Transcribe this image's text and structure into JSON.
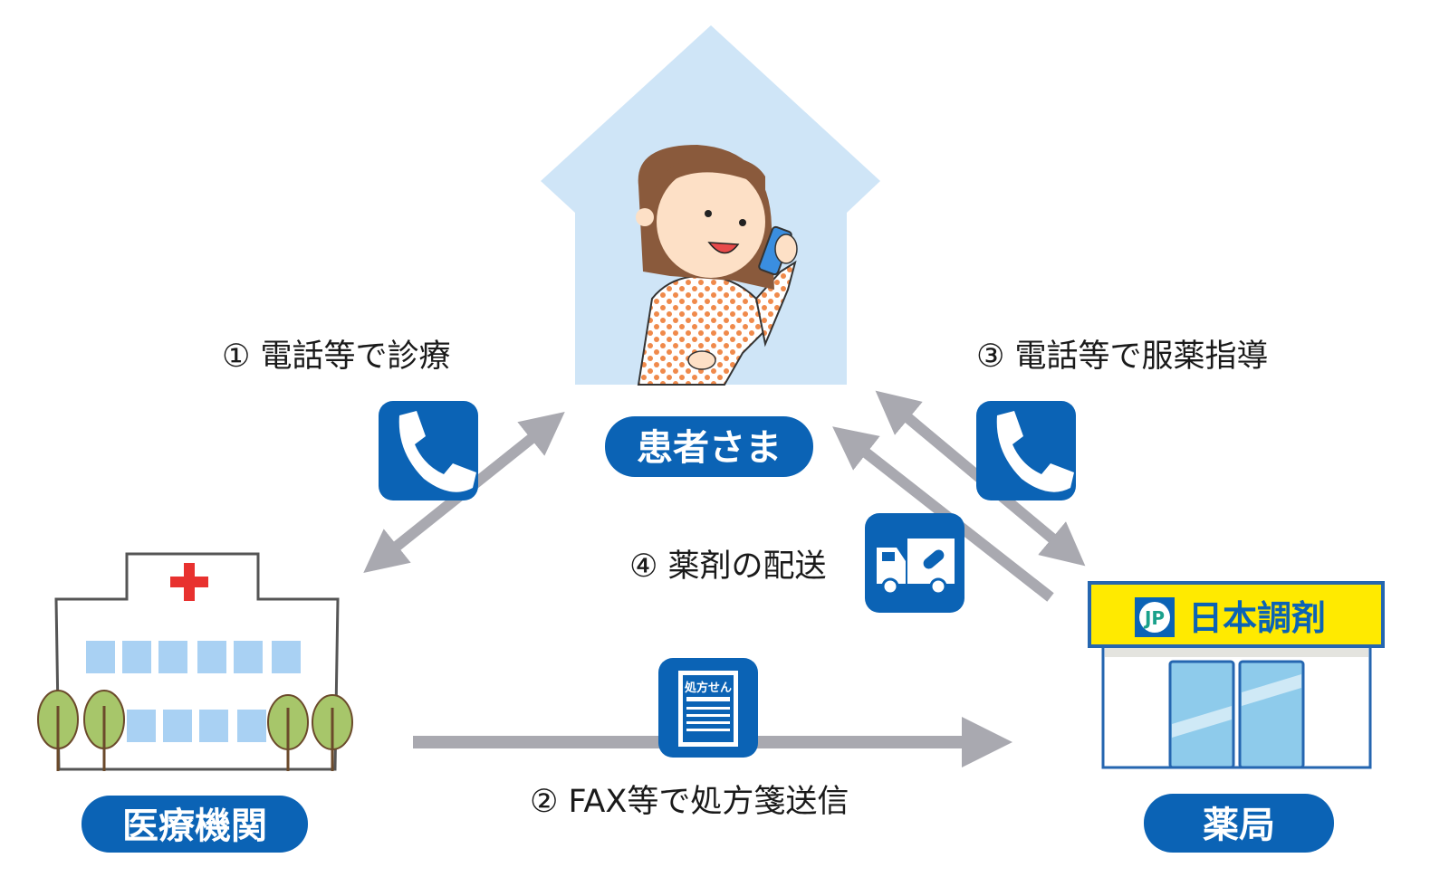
{
  "nodes": {
    "patient": {
      "label": "患者さま"
    },
    "clinic": {
      "label": "医療機関"
    },
    "pharmacy": {
      "label": "薬局",
      "sign": "日本調剤",
      "logo": "JP"
    }
  },
  "steps": [
    {
      "label": "① 電話等で診療",
      "icon": "phone-icon"
    },
    {
      "label": "② FAX等で処方箋送信",
      "icon": "prescription-icon",
      "icon_text": "処方せん"
    },
    {
      "label": "③ 電話等で服薬指導",
      "icon": "phone-icon"
    },
    {
      "label": "④ 薬剤の配送",
      "icon": "delivery-truck-icon"
    }
  ],
  "colors": {
    "accent": "#0b63b5",
    "arrow": "#a9a9b0",
    "house": "#cfe5f7",
    "sign": "#ffea00",
    "cross": "#e8312f"
  }
}
